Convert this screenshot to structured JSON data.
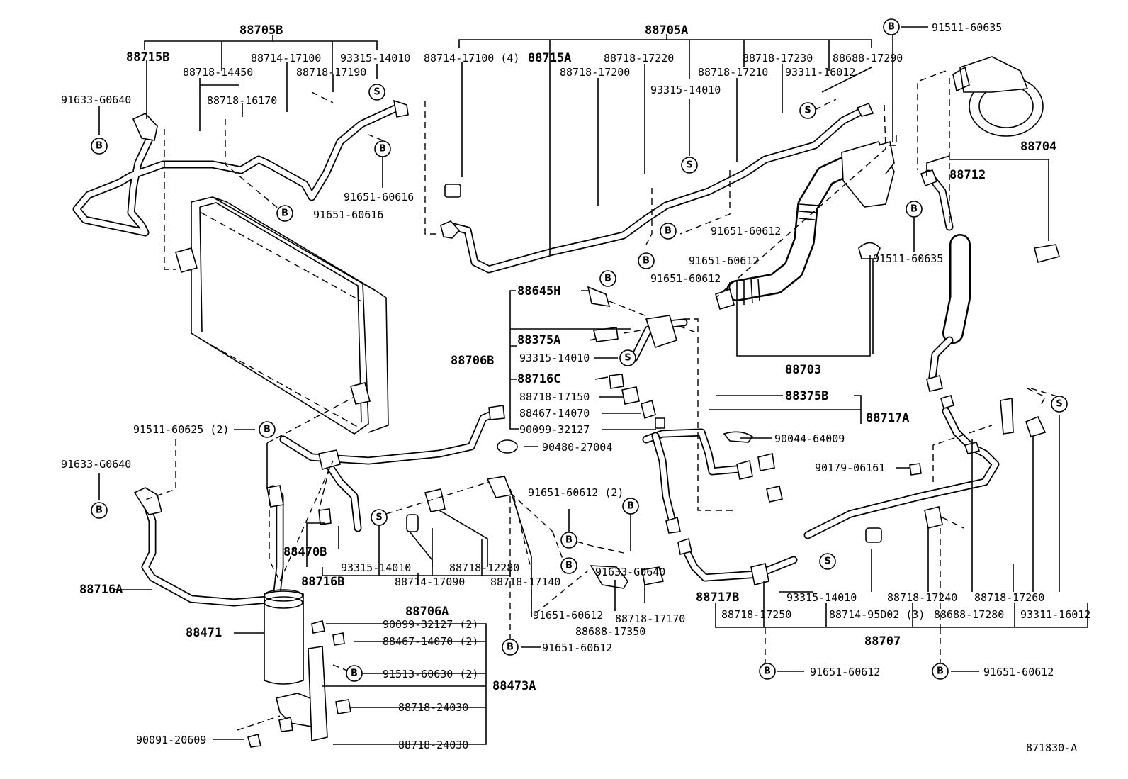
{
  "labels": [
    {
      "id": "l1",
      "text": "88705B"
    },
    {
      "id": "l2",
      "text": "88715B"
    },
    {
      "id": "l3",
      "text": "88714-17100"
    },
    {
      "id": "l4",
      "text": "93315-14010"
    },
    {
      "id": "l5",
      "text": "88718-14450"
    },
    {
      "id": "l6",
      "text": "88718-17190"
    },
    {
      "id": "l7",
      "text": "91633-G0640"
    },
    {
      "id": "l8",
      "text": "88718-16170"
    },
    {
      "id": "l9",
      "text": "91651-60616"
    },
    {
      "id": "l10",
      "text": "91651-60616"
    },
    {
      "id": "l11",
      "text": "88705A"
    },
    {
      "id": "l12",
      "text": "88714-17100 (4)"
    },
    {
      "id": "l13",
      "text": "88715A"
    },
    {
      "id": "l14",
      "text": "88718-17220"
    },
    {
      "id": "l15",
      "text": "88718-17200"
    },
    {
      "id": "l16",
      "text": "88718-17230"
    },
    {
      "id": "l17",
      "text": "88688-17290"
    },
    {
      "id": "l18",
      "text": "88718-17210"
    },
    {
      "id": "l19",
      "text": "93311-16012"
    },
    {
      "id": "l20",
      "text": "93315-14010"
    },
    {
      "id": "l21",
      "text": "91511-60635"
    },
    {
      "id": "l22",
      "text": "88704"
    },
    {
      "id": "l23",
      "text": "88712"
    },
    {
      "id": "l24",
      "text": "91511-60635"
    },
    {
      "id": "l25",
      "text": "91651-60612"
    },
    {
      "id": "l26",
      "text": "91651-60612"
    },
    {
      "id": "l27",
      "text": "91651-60612"
    },
    {
      "id": "l28",
      "text": "88645H"
    },
    {
      "id": "l29",
      "text": "88375A"
    },
    {
      "id": "l30",
      "text": "93315-14010"
    },
    {
      "id": "l31",
      "text": "88706B"
    },
    {
      "id": "l32",
      "text": "88716C"
    },
    {
      "id": "l33",
      "text": "88718-17150"
    },
    {
      "id": "l34",
      "text": "88467-14070"
    },
    {
      "id": "l35",
      "text": "90099-32127"
    },
    {
      "id": "l36",
      "text": "88703"
    },
    {
      "id": "l37",
      "text": "88375B"
    },
    {
      "id": "l38",
      "text": "88717A"
    },
    {
      "id": "l39",
      "text": "90044-64009"
    },
    {
      "id": "l40",
      "text": "90480-27004"
    },
    {
      "id": "l41",
      "text": "90179-06161"
    },
    {
      "id": "l42",
      "text": "91511-60625 (2)"
    },
    {
      "id": "l43",
      "text": "91633-G0640"
    },
    {
      "id": "l44",
      "text": "91651-60612 (2)"
    },
    {
      "id": "l45",
      "text": "88470B"
    },
    {
      "id": "l46",
      "text": "93315-14010"
    },
    {
      "id": "l47",
      "text": "88718-12280"
    },
    {
      "id": "l48",
      "text": "91633-G0640"
    },
    {
      "id": "l49",
      "text": "88716B"
    },
    {
      "id": "l50",
      "text": "88714-17090"
    },
    {
      "id": "l51",
      "text": "88718-17140"
    },
    {
      "id": "l52",
      "text": "88716A"
    },
    {
      "id": "l53",
      "text": "88706A"
    },
    {
      "id": "l54",
      "text": "91651-60612"
    },
    {
      "id": "l55",
      "text": "88718-17170"
    },
    {
      "id": "l56",
      "text": "88688-17350"
    },
    {
      "id": "l57",
      "text": "88717B"
    },
    {
      "id": "l58",
      "text": "93315-14010"
    },
    {
      "id": "l59",
      "text": "88718-17240"
    },
    {
      "id": "l60",
      "text": "88718-17260"
    },
    {
      "id": "l61",
      "text": "88718-17250"
    },
    {
      "id": "l62",
      "text": "88714-95D02 (3)"
    },
    {
      "id": "l63",
      "text": "88688-17280"
    },
    {
      "id": "l64",
      "text": "93311-16012"
    },
    {
      "id": "l65",
      "text": "88707"
    },
    {
      "id": "l66",
      "text": "88471"
    },
    {
      "id": "l67",
      "text": "90099-32127 (2)"
    },
    {
      "id": "l68",
      "text": "88467-14070 (2)"
    },
    {
      "id": "l69",
      "text": "91513-60630 (2)"
    },
    {
      "id": "l70",
      "text": "88473A"
    },
    {
      "id": "l71",
      "text": "88718-24030"
    },
    {
      "id": "l72",
      "text": "90091-20609"
    },
    {
      "id": "l73",
      "text": "88718-24030"
    },
    {
      "id": "l74",
      "text": "91651-60612"
    },
    {
      "id": "l75",
      "text": "91651-60612"
    },
    {
      "id": "l76",
      "text": "91651-60612"
    },
    {
      "id": "l77",
      "text": "871830-A"
    }
  ],
  "symbols": {
    "bolt": "B",
    "screw": "S"
  }
}
